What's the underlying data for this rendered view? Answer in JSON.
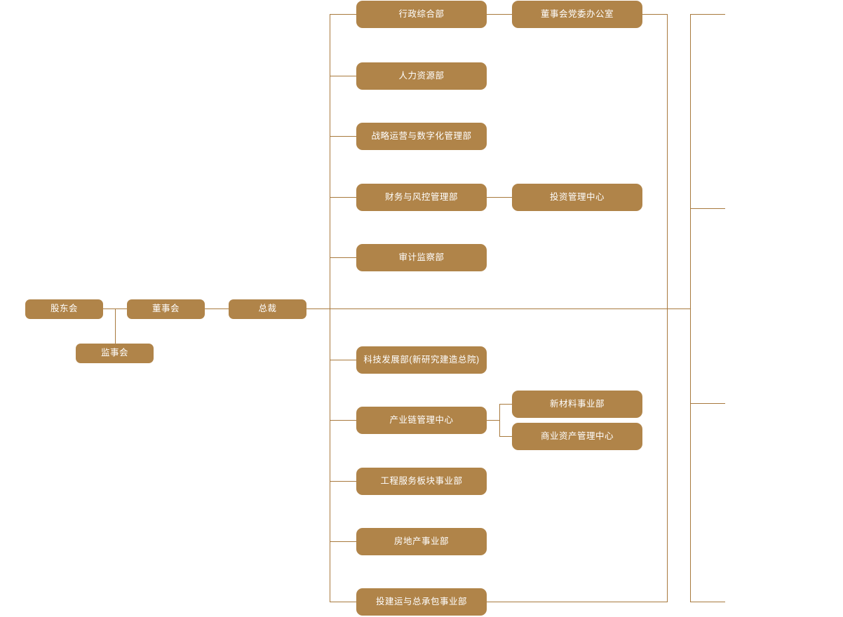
{
  "chart": {
    "title": "",
    "type": "org-chart",
    "accent_color": "#B08449",
    "line_color": "#A8793D",
    "text_color": "#FFFFFF",
    "background": "#FFFFFF"
  },
  "governance": {
    "shareholders_meeting": "股东会",
    "board_of_directors": "董事会",
    "supervisory_board": "监事会",
    "president": "总裁"
  },
  "upper_departments": [
    {
      "label": "行政综合部"
    },
    {
      "label": "人力资源部"
    },
    {
      "label": "战略运营与数字化管理部"
    },
    {
      "label": "财务与风控管理部"
    },
    {
      "label": "审计监察部"
    }
  ],
  "upper_sub_units": [
    {
      "label": "董事会党委办公室",
      "parent": "行政综合部"
    },
    {
      "label": "投资管理中心",
      "parent": "财务与风控管理部"
    }
  ],
  "lower_departments": [
    {
      "label": "科技发展部(新研究建造总院)"
    },
    {
      "label": "产业链管理中心"
    },
    {
      "label": "工程服务板块事业部"
    },
    {
      "label": "房地产事业部"
    },
    {
      "label": "投建运与总承包事业部"
    }
  ],
  "lower_sub_units": [
    {
      "label": "新材料事业部",
      "parent": "产业链管理中心"
    },
    {
      "label": "商业资产管理中心",
      "parent": "产业链管理中心"
    }
  ]
}
